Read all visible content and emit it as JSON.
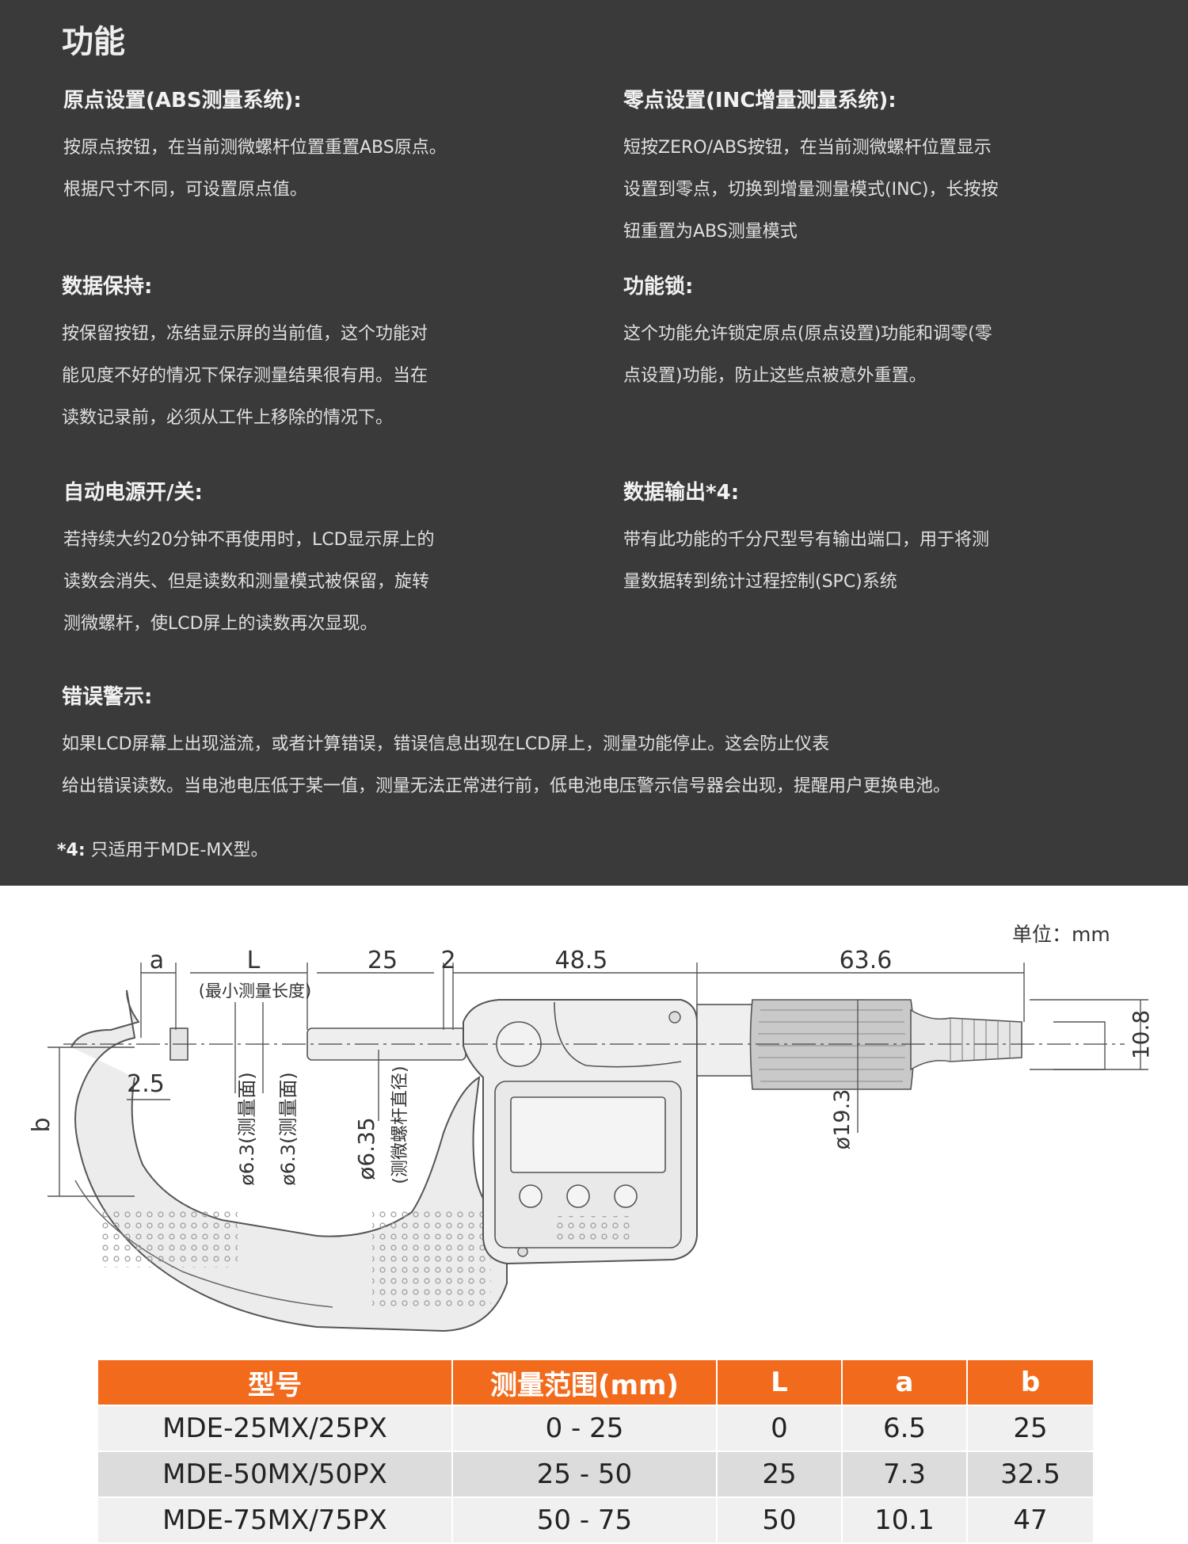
{
  "features": {
    "title": "功能",
    "items": [
      {
        "heading": "原点设置(ABS测量系统):",
        "lines": [
          "按原点按钮，在当前测微螺杆位置重置ABS原点。",
          "根据尺寸不同，可设置原点值。"
        ]
      },
      {
        "heading": "零点设置(INC增量测量系统):",
        "lines": [
          "短按ZERO/ABS按钮，在当前测微螺杆位置显示",
          "设置到零点，切换到增量测量模式(INC)，长按按",
          "钮重置为ABS测量模式"
        ]
      },
      {
        "heading": "数据保持:",
        "lines": [
          "按保留按钮，冻结显示屏的当前值，这个功能对",
          "能见度不好的情况下保存测量结果很有用。当在",
          "读数记录前，必须从工件上移除的情况下。"
        ]
      },
      {
        "heading": "功能锁:",
        "lines": [
          "这个功能允许锁定原点(原点设置)功能和调零(零",
          "点设置)功能，防止这些点被意外重置。"
        ]
      },
      {
        "heading": "自动电源开/关:",
        "lines": [
          "若持续大约20分钟不再使用时，LCD显示屏上的",
          "读数会消失、但是读数和测量模式被保留，旋转",
          "测微螺杆，使LCD屏上的读数再次显现。"
        ]
      },
      {
        "heading": "数据输出*4:",
        "lines": [
          "带有此功能的千分尺型号有输出端口，用于将测",
          "量数据转到统计过程控制(SPC)系统"
        ]
      },
      {
        "heading": "错误警示:",
        "lines": [
          "如果LCD屏幕上出现溢流，或者计算错误，错误信息出现在LCD屏上，测量功能停止。这会防止仪表",
          "给出错误读数。当电池电压低于某一值，测量无法正常进行前，低电池电压警示信号器会出现，提醒用户更换电池。"
        ]
      }
    ],
    "note_mark": "*4:",
    "note_text": "只适用于MDE-MX型。"
  },
  "diagram": {
    "unit": "单位：mm",
    "dims": {
      "a": "a",
      "L": "L",
      "min_len": "(最小测量长度)",
      "d25": "25",
      "d2": "2",
      "d48": "48.5",
      "d63": "63.6",
      "d108": "10.8",
      "d25s": "2.5",
      "b": "b",
      "d63a": "ø6.3(测量面)",
      "d63b": "ø6.3(测量面)",
      "d635": "ø6.35",
      "spindle": "(测微螺杆直径)",
      "d193": "ø19.3"
    }
  },
  "table": {
    "headers": [
      "型号",
      "测量范围(mm)",
      "L",
      "a",
      "b"
    ],
    "rows": [
      [
        "MDE-25MX/25PX",
        "0 - 25",
        "0",
        "6.5",
        "25"
      ],
      [
        "MDE-50MX/50PX",
        "25 - 50",
        "25",
        "7.3",
        "32.5"
      ],
      [
        "MDE-75MX/75PX",
        "50 - 75",
        "50",
        "10.1",
        "47"
      ]
    ]
  }
}
